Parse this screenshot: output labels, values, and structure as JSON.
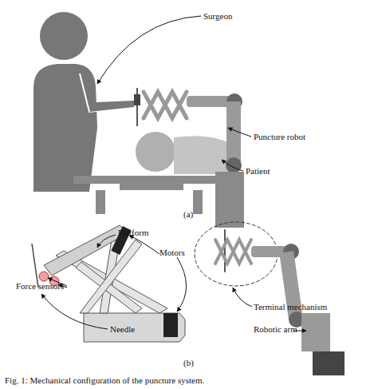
{
  "diagram": {
    "caption": "Fig. 1: Mechanical configuration of the puncture system.",
    "labels": [
      "Surgeon",
      "Puncture robot",
      "Patient",
      "(a)",
      "Platform",
      "Motors",
      "Force sensors",
      "Needle",
      "Terminal mechanism",
      "Robotic arm",
      "(b)"
    ]
  }
}
